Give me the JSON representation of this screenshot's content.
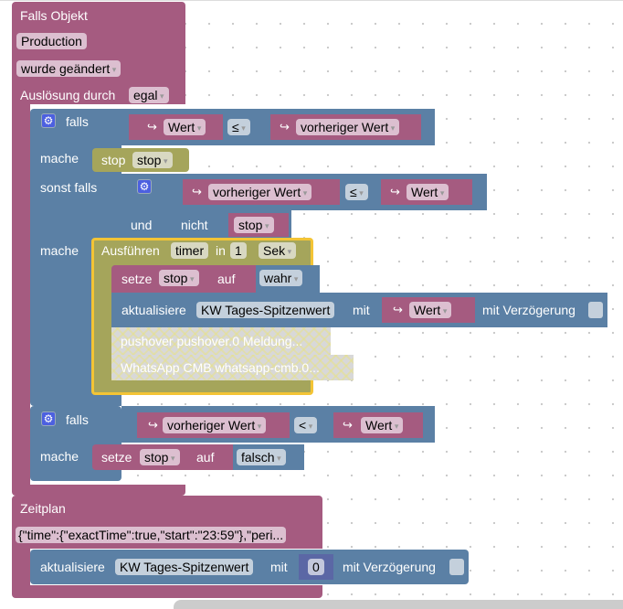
{
  "trigger_block": {
    "title": "Falls Objekt",
    "object": "Production",
    "condition": "wurde geändert",
    "trigger_label": "Auslösung durch",
    "trigger_value": "egal"
  },
  "if_block_1": {
    "if_label": "falls",
    "do_label": "mache",
    "elseif_label": "sonst falls",
    "do2_label": "mache",
    "cond1": {
      "left": "Wert",
      "op": "≤",
      "right": "vorheriger Wert"
    },
    "do1": {
      "label": "stop",
      "value": "stop"
    },
    "cond2": {
      "left": "vorheriger Wert",
      "op": "≤",
      "right": "Wert",
      "and_label": "und",
      "not_label": "nicht",
      "not_value": "stop"
    },
    "timer": {
      "label": "Ausführen",
      "name": "timer",
      "in_label": "in",
      "value": "1",
      "unit": "Sek"
    },
    "set_stop": {
      "label": "setze",
      "var": "stop",
      "to_label": "auf",
      "value": "wahr"
    },
    "update": {
      "label": "aktualisiere",
      "target": "KW Tages-Spitzenwert",
      "with_label": "mit",
      "value": "Wert",
      "delay_label": "mit Verzögerung"
    },
    "disabled_1": "pushover pushover.0 Meldung...",
    "disabled_2": "WhatsApp CMB whatsapp-cmb.0..."
  },
  "if_block_2": {
    "if_label": "falls",
    "do_label": "mache",
    "cond": {
      "left": "vorheriger Wert",
      "op": "<",
      "right": "Wert"
    },
    "set_stop": {
      "label": "setze",
      "var": "stop",
      "to_label": "auf",
      "value": "falsch"
    }
  },
  "schedule_block": {
    "title": "Zeitplan",
    "cron": "{\"time\":{\"exactTime\":true,\"start\":\"23:59\"},\"peri...",
    "update": {
      "label": "aktualisiere",
      "target": "KW Tages-Spitzenwert",
      "with_label": "mit",
      "value": "0",
      "delay_label": "mit Verzögerung"
    }
  },
  "icons": {
    "gear": "⚙",
    "getter": "↪"
  },
  "colors": {
    "event": "#a55b80",
    "logic": "#5b80a5",
    "timer": "#a5a55b",
    "math": "#5b67a5",
    "highlight": "#f3c435"
  }
}
